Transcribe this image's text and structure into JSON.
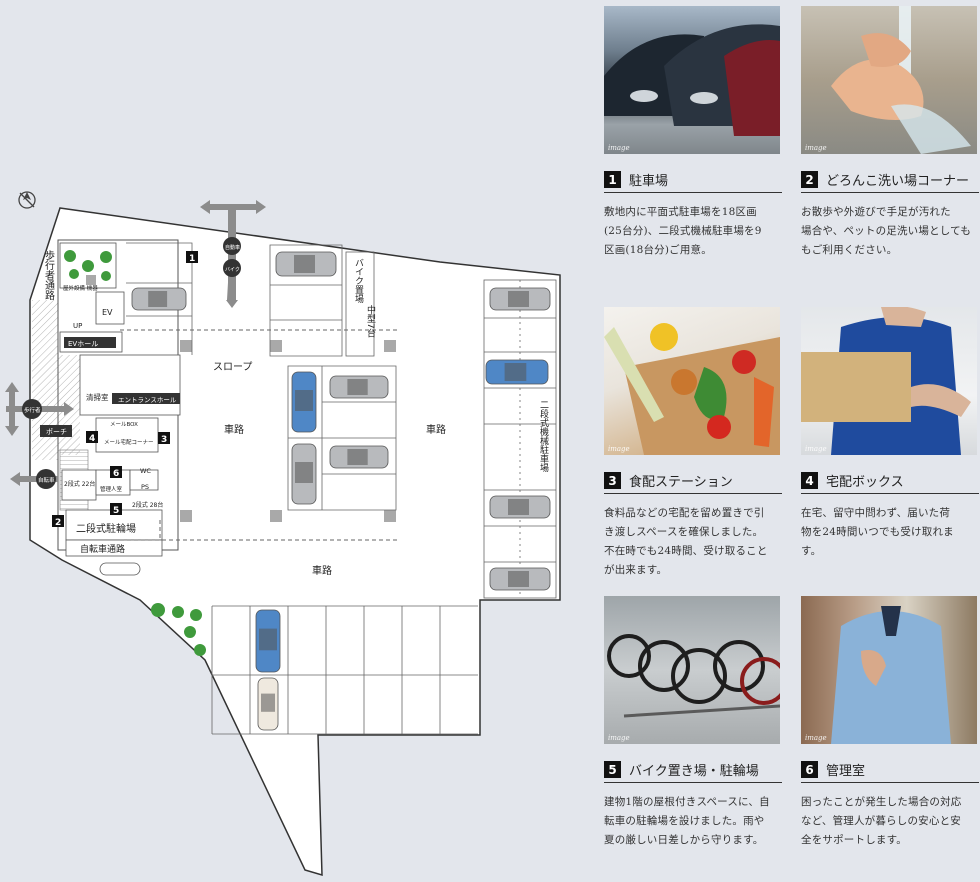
{
  "floorplan": {
    "labels": {
      "walkway": "歩行者通路",
      "slope": "スロープ",
      "road_upper_left": "車路",
      "road_upper_right": "車路",
      "road_lower": "車路",
      "bike_parking_v": "バイク置場",
      "bike_parking_v2": "中型7台",
      "mech_parking_v": "二段式機械駐車場",
      "ev_hall": "EVホール",
      "entrance_hall": "エントランスホール",
      "cleaning_room": "清掃室",
      "porch": "ポーチ",
      "two_tier_bike": "二段式駐輪場",
      "bicycle_path": "自転車通路",
      "up": "UP",
      "ev": "EV",
      "mailbox": "メールBOX",
      "delivery": "メール宅配コーナー",
      "wc": "WC",
      "ps": "PS",
      "bike_count_a": "2段式 22台",
      "bike_count_b": "2段式 28台",
      "mgmt": "管理人室",
      "outdoor_equip": "屋外設備 機器",
      "pedestrian_tag": "歩行者",
      "bicycle_tag": "自転車",
      "car_tag": "自動車",
      "bike_tag": "バイク"
    },
    "markers": [
      "1",
      "2",
      "3",
      "4",
      "5",
      "6"
    ],
    "colors": {
      "blue_car": "#4f87c6",
      "gray_car": "#b8babd",
      "tree": "#3f9a3c",
      "plan_fill": "#ffffff",
      "line": "#555555"
    }
  },
  "cards": [
    {
      "num": "1",
      "title": "駐車場",
      "caption": "image",
      "lines": [
        "敷地内に平面式駐車場を18区画",
        "(25台分)、二段式機械駐車場を9",
        "区画(18台分)ご用意。"
      ]
    },
    {
      "num": "2",
      "title": "どろんこ洗い場コーナー",
      "caption": "image",
      "lines": [
        "お散歩や外遊びで手足が汚れた",
        "場合や、ペットの足洗い場としても",
        "もご利用ください。"
      ]
    },
    {
      "num": "3",
      "title": "食配ステーション",
      "caption": "image",
      "lines": [
        "食料品などの宅配を留め置きで引",
        "き渡しスペースを確保しました。",
        "不在時でも24時間、受け取ること",
        "が出来ます。"
      ]
    },
    {
      "num": "4",
      "title": "宅配ボックス",
      "caption": "image",
      "lines": [
        "在宅、留守中問わず、届いた荷",
        "物を24時間いつでも受け取れま",
        "す。"
      ]
    },
    {
      "num": "5",
      "title": "バイク置き場・駐輪場",
      "caption": "image",
      "lines": [
        "建物1階の屋根付きスペースに、自",
        "転車の駐輪場を設けました。雨や",
        "夏の厳しい日差しから守ります。"
      ]
    },
    {
      "num": "6",
      "title": "管理室",
      "caption": "image",
      "lines": [
        "困ったことが発生した場合の対応",
        "など、管理人が暮らしの安心と安",
        "全をサポートします。"
      ]
    }
  ]
}
